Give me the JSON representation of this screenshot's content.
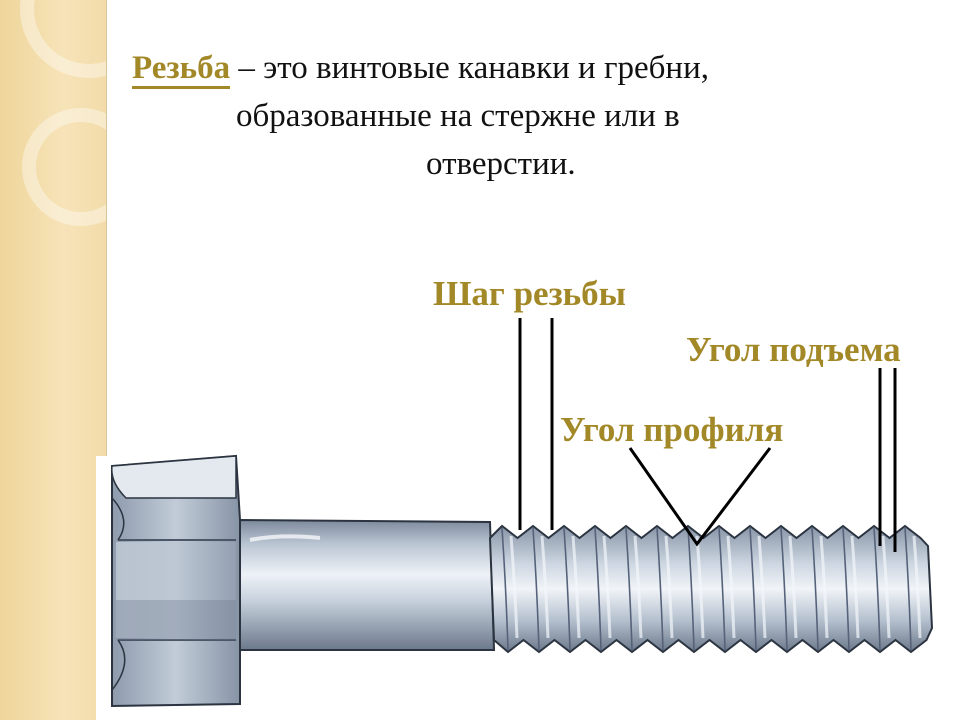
{
  "definition": {
    "term": "Резьба",
    "line1_rest": " – это винтовые канавки и гребни,",
    "line2": "образованные на стержне или в",
    "line3": "отверстии."
  },
  "labels": {
    "thread_pitch": "Шаг резьбы",
    "lead_angle": "Угол подъема",
    "profile_angle": "Угол профиля"
  },
  "colors": {
    "accent": "#a28827",
    "steel_light": "#dfe6ee",
    "steel_mid": "#a9b6c6",
    "steel_dark": "#5d6b7d",
    "outline": "#2b3440"
  }
}
